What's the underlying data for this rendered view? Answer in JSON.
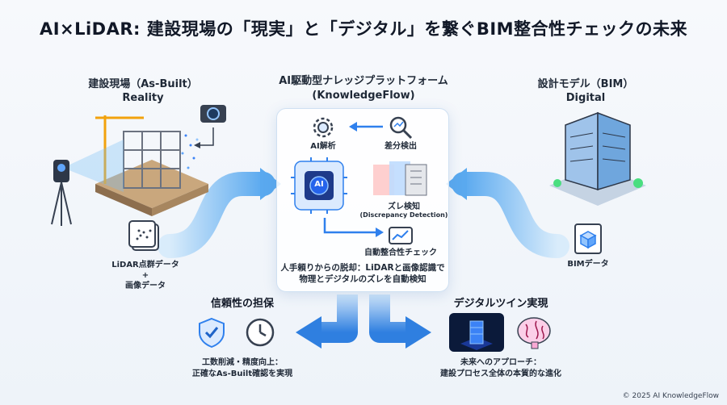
{
  "title": "AI×LiDAR: 建設現場の「現実」と「デジタル」を繋ぐBIM整合性チェックの未来",
  "reality": {
    "title": "建設現場（As-Built）",
    "subtitle": "Reality",
    "source_label_1": "LiDAR点群データ",
    "source_plus": "+",
    "source_label_2": "画像データ"
  },
  "platform": {
    "title": "AI駆動型ナレッジプラットフォーム",
    "subtitle": "(KnowledgeFlow)",
    "ai_analysis": "AI解析",
    "diff_detect": "差分検出",
    "chip_label": "AI",
    "discrepancy": "ズレ検知",
    "discrepancy_en": "(Discrepancy Detection)",
    "auto_check": "自動整合性チェック",
    "summary_1": "人手頼りからの脱却：LiDARと画像認識で",
    "summary_2": "物理とデジタルのズレを自動検知"
  },
  "design": {
    "title": "設計モデル（BIM）",
    "subtitle": "Digital",
    "source_label": "BIMデータ"
  },
  "reliability": {
    "title": "信頼性の担保",
    "line_1": "工数削減・精度向上：",
    "line_2": "正確なAs-Built確認を実現"
  },
  "twin": {
    "title": "デジタルツイン実現",
    "line_1": "未来へのアプローチ：",
    "line_2": "建設プロセス全体の本質的な進化"
  },
  "footer": "© 2025 AI KnowledgeFlow",
  "icons": [
    "lidar-scanner-icon",
    "camera-icon",
    "building-construction-icon",
    "point-cloud-icon",
    "gear-brain-icon",
    "magnifier-icon",
    "ai-chip-icon",
    "chart-check-icon",
    "bim-building-icon",
    "cube-icon",
    "shield-check-icon",
    "clock-icon",
    "digital-twin-icon",
    "brain-icon"
  ],
  "colors": {
    "accent": "#2f80ed",
    "flow": "#7cc0f5",
    "flow_dark": "#1e63c8"
  }
}
